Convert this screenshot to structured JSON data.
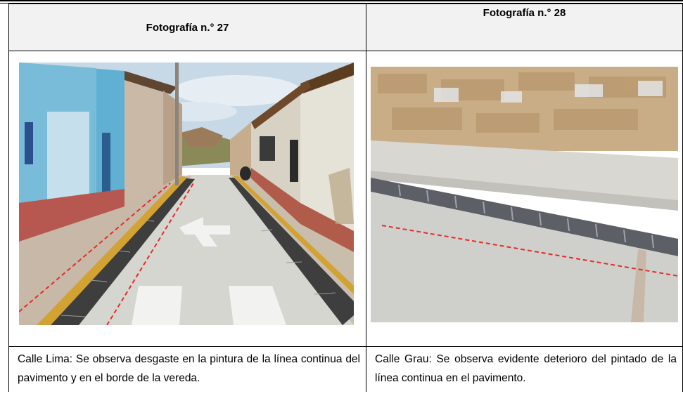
{
  "photos": [
    {
      "header": "Fotografía n.° 27",
      "caption": "Calle Lima: Se observa desgaste en la pintura de la línea continua del pavimento y en el borde de la vereda.",
      "marker_color": "#e52b2b"
    },
    {
      "header": "Fotografía n.° 28",
      "caption": "Calle Grau: Se observa evidente deterioro del pintado de la línea continua en el pavimento.",
      "marker_color": "#e52b2b"
    }
  ]
}
